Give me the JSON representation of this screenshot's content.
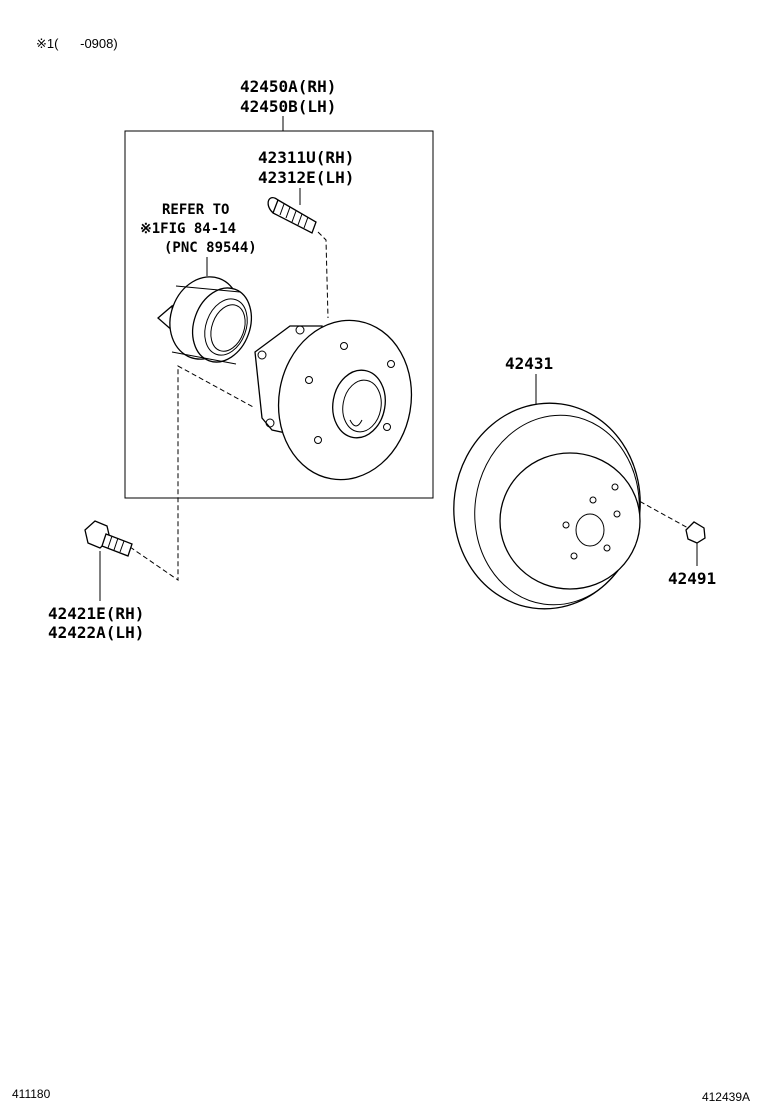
{
  "header_note": "※1(      -0908)",
  "labels": {
    "hub_assembly": [
      "42450A(RH)",
      "42450B(LH)"
    ],
    "hub_bolt": [
      "42311U(RH)",
      "42312E(LH)"
    ],
    "refer_note": [
      "REFER TO",
      "※1FIG 84-14",
      "(PNC 89544)"
    ],
    "rotor": "42431",
    "mount_bolt": [
      "42421E(RH)",
      "42422A(LH)"
    ],
    "plug": "42491"
  },
  "footer": {
    "left_code": "411180",
    "right_code": "412439A"
  }
}
